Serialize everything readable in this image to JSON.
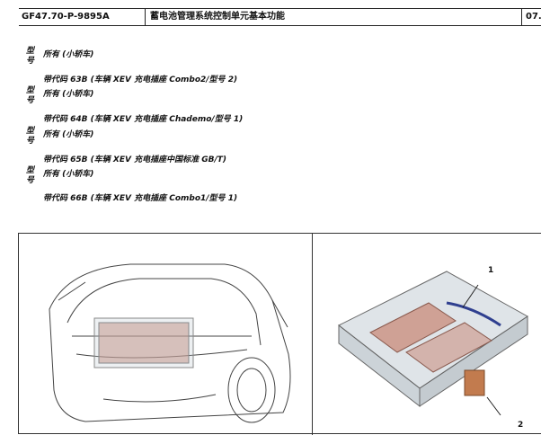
{
  "header": {
    "doc_id": "GF47.70-P-9895A",
    "title": "蓄电池管理系统控制单元基本功能",
    "page": "07."
  },
  "models": [
    {
      "label": "型号",
      "value": "所有 (小轿车)",
      "code": "带代码 63B (车辆 XEV 充电插座 Combo2/型号 2)"
    },
    {
      "label": "型号",
      "value": "所有 (小轿车)",
      "code": "带代码 64B (车辆 XEV 充电插座 Chademo/型号 1)"
    },
    {
      "label": "型号",
      "value": "所有 (小轿车)",
      "code": "带代码 65B (车辆 XEV 充电插座中国标准 GB/T)"
    },
    {
      "label": "型号",
      "value": "所有 (小轿车)",
      "code": "带代码 66B (车辆 XEV 充电插座 Combo1/型号 1)"
    }
  ],
  "figure": {
    "callouts": [
      "1",
      "2"
    ]
  },
  "colors": {
    "rule": "#222222",
    "battery": "#c98b7a",
    "frame": "#b7c3cc"
  }
}
